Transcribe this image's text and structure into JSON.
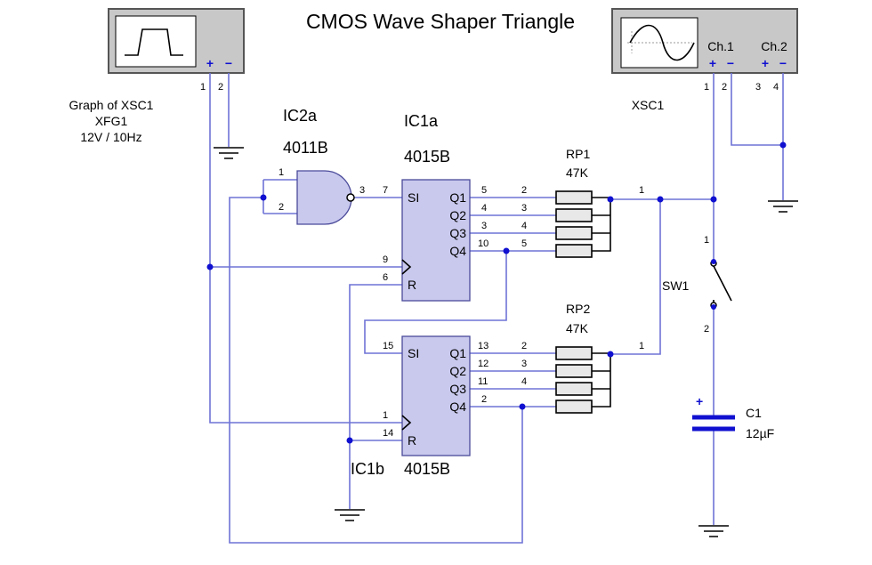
{
  "title": "CMOS Wave Shaper Triangle",
  "function_generator": {
    "caption_1": "Graph of XSC1",
    "caption_2": "XFG1",
    "caption_3": "12V / 10Hz",
    "plus": "+",
    "minus": "−",
    "pins": [
      "1",
      "2"
    ]
  },
  "oscilloscope": {
    "name": "XSC1",
    "ch1": "Ch.1",
    "ch2": "Ch.2",
    "plus": "+",
    "minus": "−",
    "pins": [
      "1",
      "2",
      "3",
      "4"
    ]
  },
  "gate": {
    "name": "IC2a",
    "part": "4011B",
    "pins": [
      "1",
      "2",
      "3"
    ]
  },
  "ic1a": {
    "name": "IC1a",
    "part": "4015B",
    "inputs": {
      "si": "SI",
      "r": "R"
    },
    "outputs": [
      "Q1",
      "Q2",
      "Q3",
      "Q4"
    ],
    "pins": {
      "si": "7",
      "clk": "9",
      "r": "6",
      "q": [
        "5",
        "4",
        "3",
        "10"
      ]
    }
  },
  "ic1b": {
    "name": "IC1b",
    "part": "4015B",
    "inputs": {
      "si": "SI",
      "r": "R"
    },
    "outputs": [
      "Q1",
      "Q2",
      "Q3",
      "Q4"
    ],
    "pins": {
      "si": "15",
      "clk": "1",
      "r": "14",
      "q": [
        "13",
        "12",
        "11",
        "2"
      ]
    }
  },
  "rp1": {
    "name": "RP1",
    "value": "47K",
    "pins": [
      "2",
      "3",
      "4",
      "5"
    ],
    "common_pin": "1"
  },
  "rp2": {
    "name": "RP2",
    "value": "47K",
    "pins": [
      "2",
      "3",
      "4"
    ],
    "common_pin": "1"
  },
  "switch": {
    "name": "SW1",
    "pins": [
      "1",
      "2"
    ]
  },
  "capacitor": {
    "name": "C1",
    "value": "12µF",
    "polarity": "+"
  },
  "colors": {
    "wire": "#6f73d6",
    "junction": "#1010d0",
    "ic_body": "#c9c9ee",
    "instrument": "#c8c8c8"
  }
}
